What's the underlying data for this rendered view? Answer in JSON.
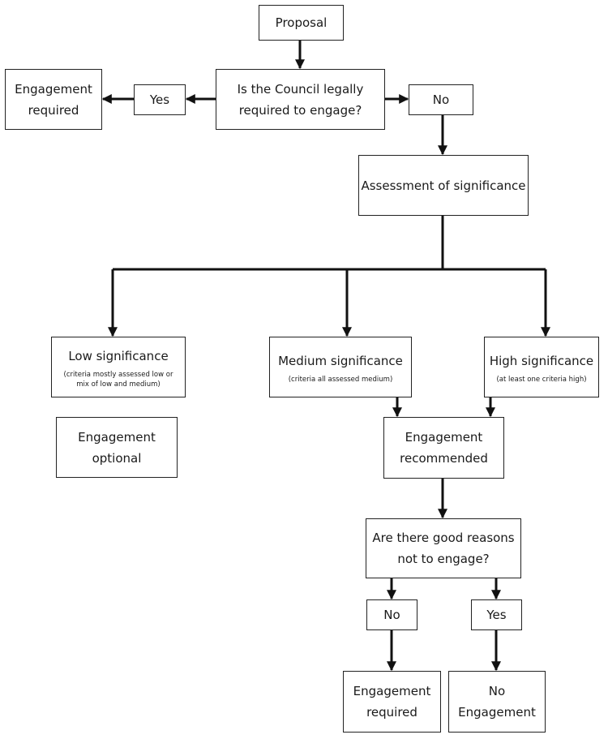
{
  "nodes": {
    "proposal": "Proposal",
    "legal_question": "Is the Council legally\nrequired to engage?",
    "yes_top": "Yes",
    "no_top": "No",
    "engagement_required_top": "Engagement\nrequired",
    "assessment": "Assessment of significance",
    "low": {
      "title": "Low significance",
      "note": "(criteria mostly assessed low or\nmix of low and medium)"
    },
    "medium": {
      "title": "Medium significance",
      "note": "(criteria all assessed medium)"
    },
    "high": {
      "title": "High significance",
      "note": "(at least one criteria high)"
    },
    "engagement_optional": "Engagement\noptional",
    "engagement_recommended": "Engagement\nrecommended",
    "good_reasons": "Are there good reasons\nnot to engage?",
    "no_bottom": "No",
    "yes_bottom": "Yes",
    "engagement_required_bottom": "Engagement\nrequired",
    "no_engagement": "No\nEngagement"
  }
}
